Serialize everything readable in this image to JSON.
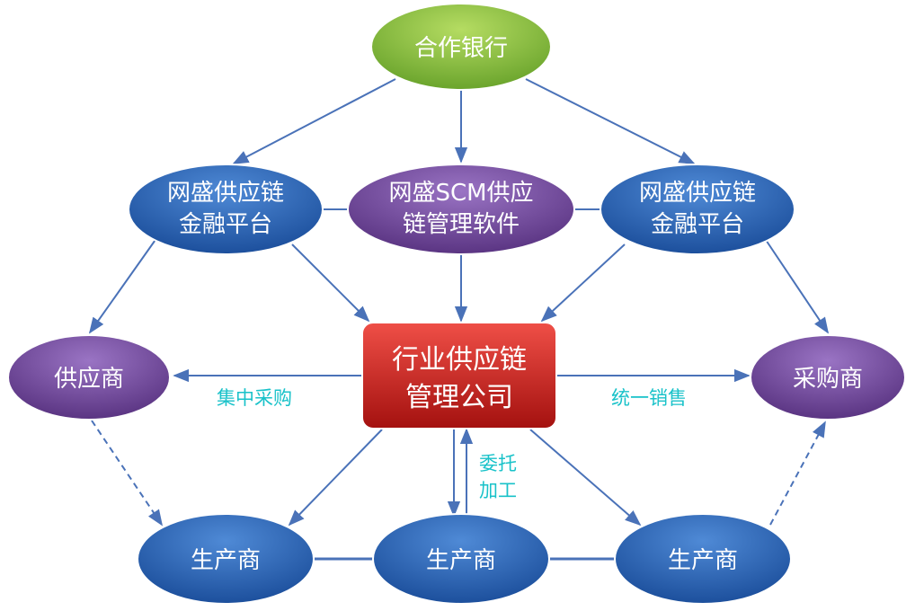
{
  "nodes": {
    "bank": {
      "label": "合作银行"
    },
    "finance_left": {
      "line1": "网盛供应链",
      "line2": "金融平台"
    },
    "scm": {
      "line1": "网盛SCM供应",
      "line2": "链管理软件"
    },
    "finance_right": {
      "line1": "网盛供应链",
      "line2": "金融平台"
    },
    "center": {
      "line1": "行业供应链",
      "line2": "管理公司"
    },
    "supplier": {
      "label": "供应商"
    },
    "buyer": {
      "label": "采购商"
    },
    "producer_left": {
      "label": "生产商"
    },
    "producer_mid": {
      "label": "生产商"
    },
    "producer_right": {
      "label": "生产商"
    }
  },
  "edge_labels": {
    "centralized_purchase": "集中采购",
    "unified_sales": "统一销售",
    "consign_line1": "委托",
    "consign_line2": "加工"
  },
  "colors": {
    "green": "#7cb33a",
    "blue": "#2f66b6",
    "purple": "#6e4a94",
    "red": "#c8201e",
    "edge": "#4a72b8",
    "edge_label": "#19c2c9"
  }
}
